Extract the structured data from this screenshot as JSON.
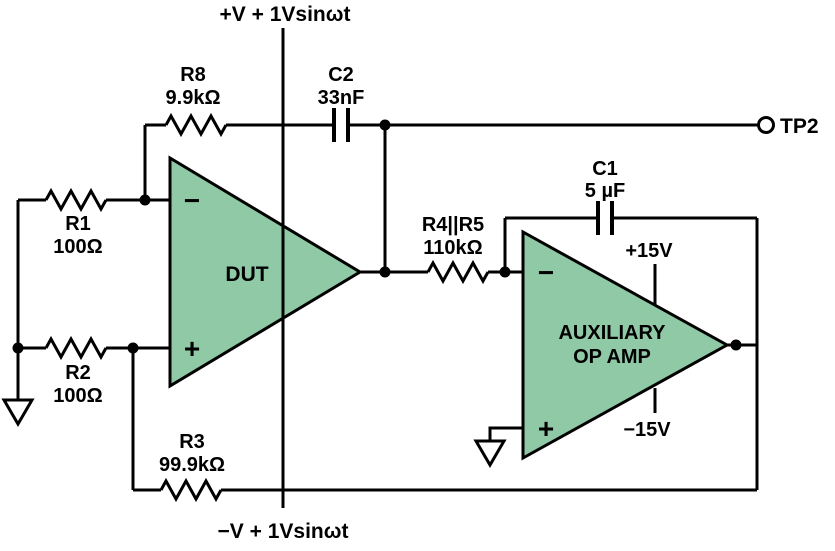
{
  "colors": {
    "opamp_fill": "#8FC9A6",
    "wire": "#000000",
    "background": "#FFFFFF"
  },
  "rails": {
    "top": "+V + 1Vsinωt",
    "bottom": "−V + 1Vsinωt"
  },
  "components": {
    "r1": {
      "ref": "R1",
      "value": "100Ω"
    },
    "r2": {
      "ref": "R2",
      "value": "100Ω"
    },
    "r3": {
      "ref": "R3",
      "value": "99.9kΩ"
    },
    "r4r5": {
      "ref": "R4||R5",
      "value": "110kΩ"
    },
    "r8": {
      "ref": "R8",
      "value": "9.9kΩ"
    },
    "c1": {
      "ref": "C1",
      "value": "5 µF"
    },
    "c2": {
      "ref": "C2",
      "value": "33nF"
    }
  },
  "opamps": {
    "dut": {
      "label": "DUT",
      "minus": "−",
      "plus": "+"
    },
    "aux": {
      "label_line1": "AUXILIARY",
      "label_line2": "OP AMP",
      "minus": "−",
      "plus": "+",
      "supply_pos": "+15V",
      "supply_neg": "−15V"
    }
  },
  "test_points": {
    "tp2": "TP2"
  }
}
